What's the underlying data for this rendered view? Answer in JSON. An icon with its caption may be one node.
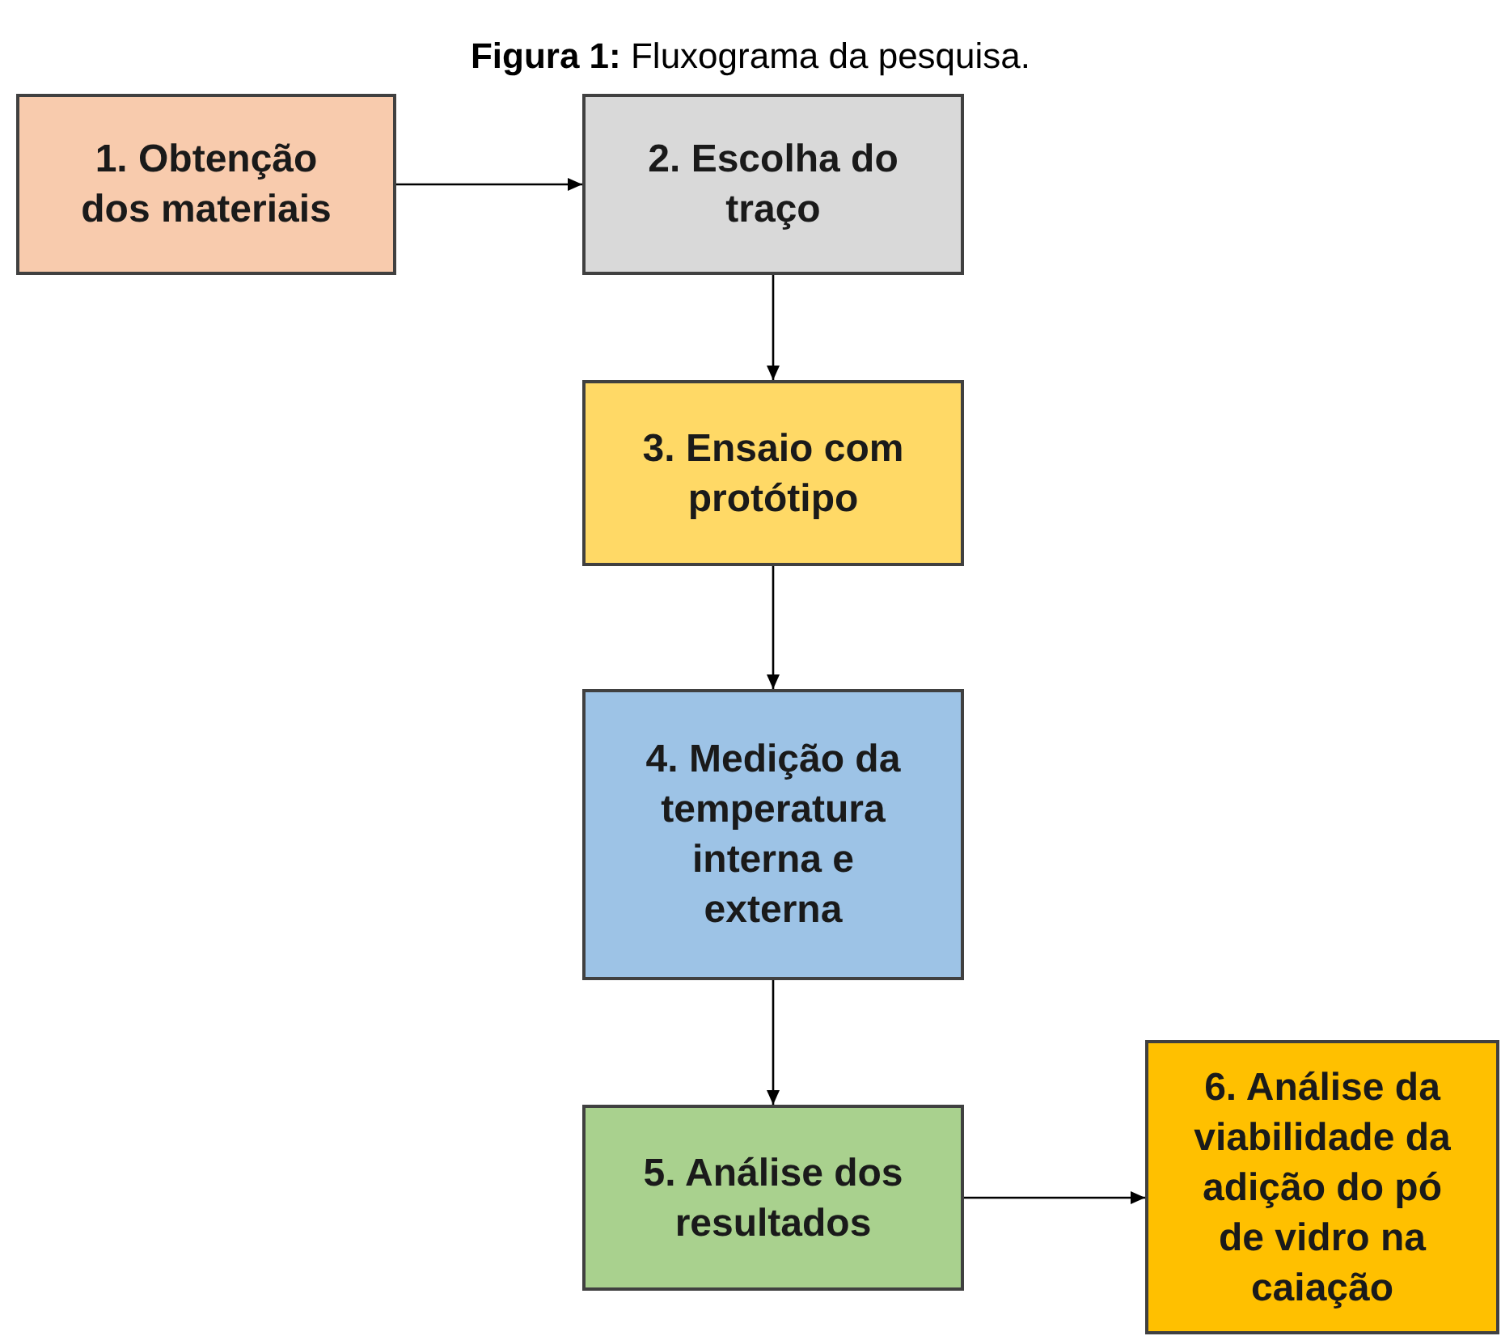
{
  "diagram": {
    "title": "**Figura 1:** Fluxograma da pesquisa.",
    "nodes": [
      {
        "text": [
          "1. Obtenção dos materiais"
        ]
      },
      {
        "text": [
          "2. Escolha do traço"
        ]
      },
      {
        "text": [
          "3. Ensaio com protótipo"
        ]
      },
      {
        "text": [
          "4. Medição da temperatura interna e externa"
        ]
      },
      {
        "text": [
          "5. Análise dos resultados"
        ]
      },
      {
        "text": [
          "6. Análise da viabilidade da adição do pó de vidro na caiação"
        ]
      }
    ],
    "edges": [
      {
        "from": 0,
        "to": 1,
        "arrow": "to"
      },
      {
        "from": 1,
        "to": 2,
        "arrow": "to"
      },
      {
        "from": 2,
        "to": 3,
        "arrow": "to"
      },
      {
        "from": 3,
        "to": 4,
        "arrow": "to"
      },
      {
        "from": 4,
        "to": 5,
        "arrow": "to"
      }
    ]
  }
}
